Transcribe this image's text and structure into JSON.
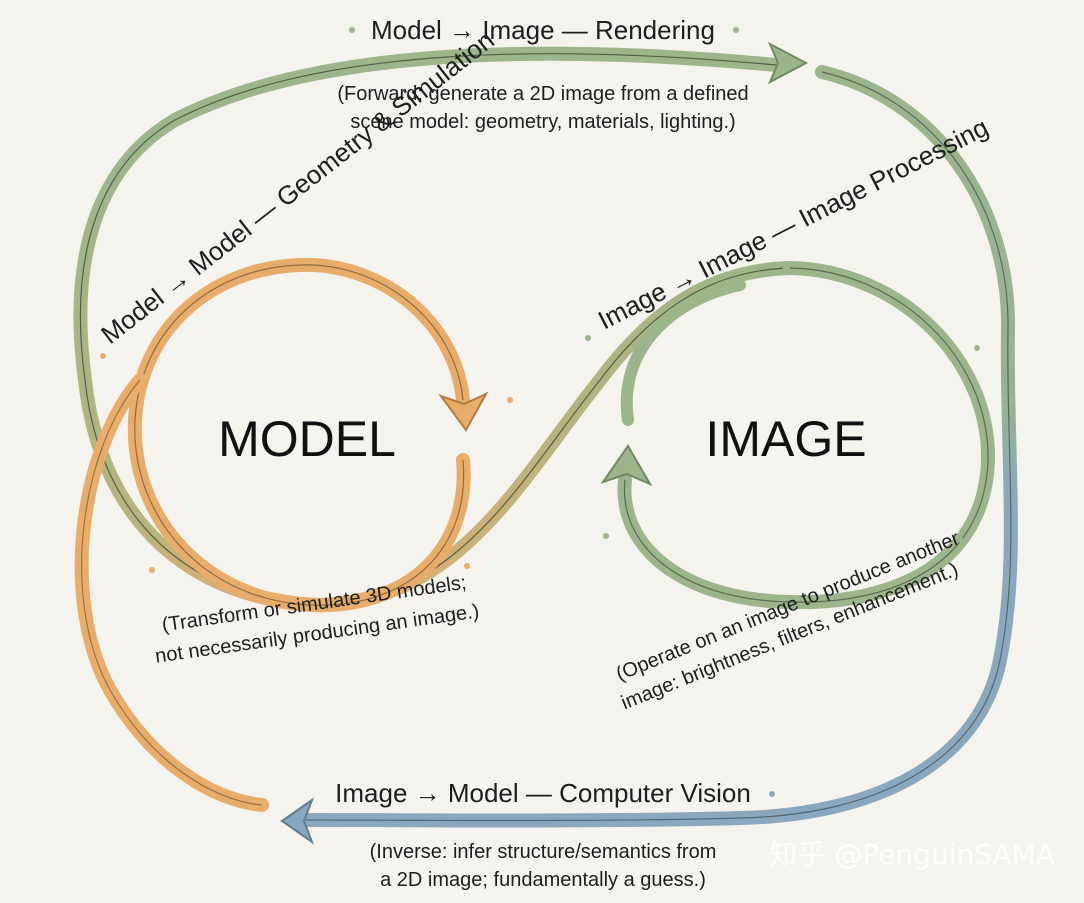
{
  "nodes": {
    "model": "MODEL",
    "image": "IMAGE"
  },
  "rendering": {
    "title": "Model → Image — Rendering",
    "desc_line1": "(Forward: generate a 2D image from a defined",
    "desc_line2": "scene model: geometry, materials, lighting.)"
  },
  "geometry": {
    "title": "Model → Model — Geometry & Simulation",
    "desc_line1": "(Transform or simulate 3D models;",
    "desc_line2": "not necessarily producing an image.)"
  },
  "processing": {
    "title": "Image → Image — Image Processing",
    "desc_line1": "(Operate on an image to produce another",
    "desc_line2": "image: brightness, filters, enhancement.)"
  },
  "vision": {
    "title": "Image → Model — Computer Vision",
    "desc_line1": "(Inverse: infer structure/semantics from",
    "desc_line2": "a 2D image; fundamentally a guess.)"
  },
  "watermark": "知乎 @PenguinSAMA",
  "colors": {
    "green": "#9cb58c",
    "orange": "#e9ad6b",
    "blue": "#8aa7bd",
    "background": "#f5f3ee"
  }
}
